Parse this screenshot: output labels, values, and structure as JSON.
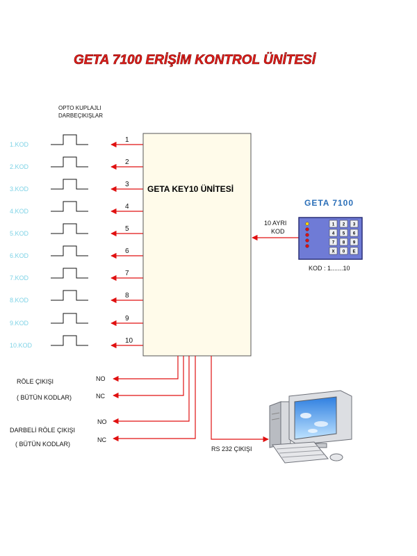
{
  "title": "GETA 7100 ERİŞİM KONTROL ÜNİTESİ",
  "opto_header": [
    "OPTO KUPLAJLI",
    "DARBEÇIKIŞLAR"
  ],
  "unit_label": "GETA KEY10 ÜNİTESİ",
  "outputs": [
    {
      "kod": "1.KOD",
      "num": "1"
    },
    {
      "kod": "2.KOD",
      "num": "2"
    },
    {
      "kod": "3.KOD",
      "num": "3"
    },
    {
      "kod": "4.KOD",
      "num": "4"
    },
    {
      "kod": "5.KOD",
      "num": "5"
    },
    {
      "kod": "6.KOD",
      "num": "6"
    },
    {
      "kod": "7.KOD",
      "num": "7"
    },
    {
      "kod": "8.KOD",
      "num": "8"
    },
    {
      "kod": "9.KOD",
      "num": "9"
    },
    {
      "kod": "10.KOD",
      "num": "10"
    }
  ],
  "keypad": {
    "brand": "GETA 7100",
    "input_label": [
      "10 AYRI",
      "KOD"
    ],
    "range": "KOD : 1.......10",
    "keys": [
      "1",
      "2",
      "3",
      "4",
      "5",
      "6",
      "7",
      "8",
      "9",
      "X",
      "0",
      "E"
    ],
    "led_colors": [
      "#ffd400",
      "#e01010",
      "#e01010",
      "#e01010",
      "#e01010"
    ]
  },
  "relay": {
    "label": "RÖLE ÇIKIŞI",
    "sub": "( BÜTÜN KODLAR)",
    "no": "NO",
    "nc": "NC"
  },
  "pulse_relay": {
    "label": "DARBELİ RÖLE ÇIKIŞI",
    "sub": "( BÜTÜN KODLAR)",
    "no": "NO",
    "nc": "NC"
  },
  "rs232": "RS 232 ÇIKIŞI",
  "colors": {
    "arrow": "#e01010",
    "kod_text": "#7fd3e6",
    "unit_fill": "#fffbea",
    "keypad_body": "#6f7bd6",
    "title": "#e0201c"
  }
}
